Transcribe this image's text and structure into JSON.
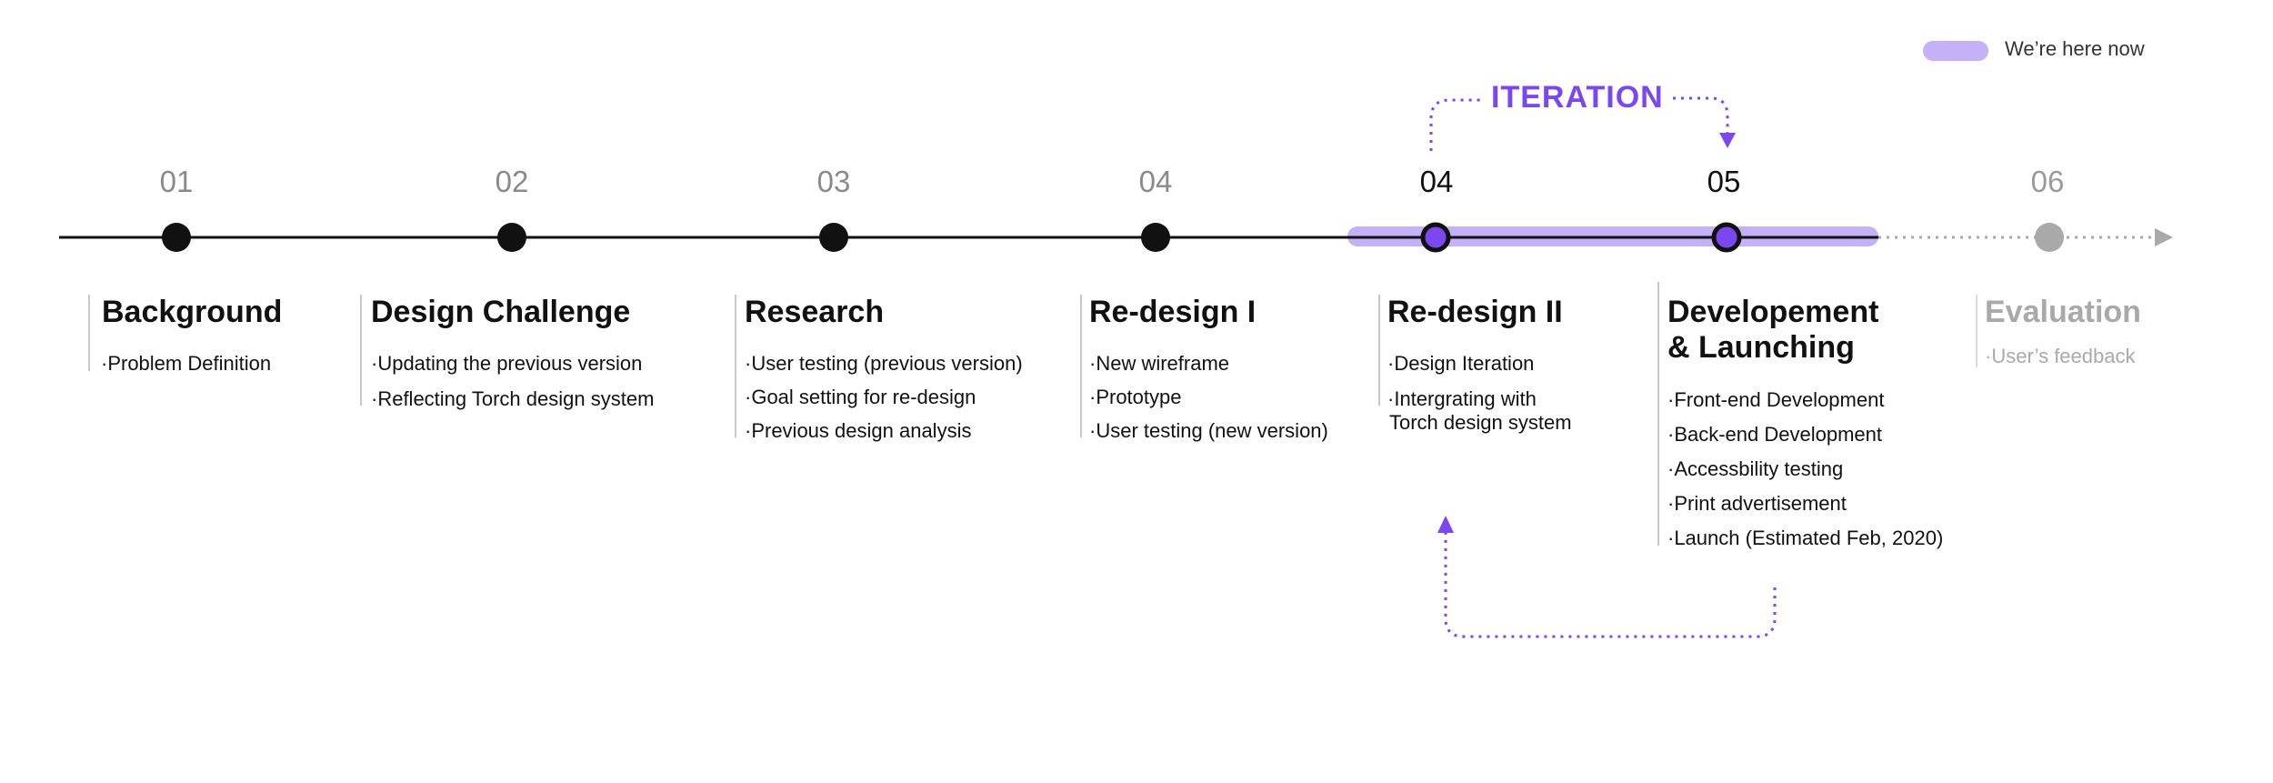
{
  "legend": {
    "label": "We’re here now",
    "color": "#c4b1f7"
  },
  "iteration": {
    "label": "ITERATION",
    "color": "#7b47ee"
  },
  "colors": {
    "line": "#111111",
    "current_fill": "#7b47ee",
    "future": "#a9a9a9",
    "highlight": "#c4b1f7"
  },
  "timeline": {
    "steps": [
      {
        "number": "01",
        "state": "done"
      },
      {
        "number": "02",
        "state": "done"
      },
      {
        "number": "03",
        "state": "done"
      },
      {
        "number": "04",
        "state": "done"
      },
      {
        "number": "04",
        "state": "current"
      },
      {
        "number": "05",
        "state": "current"
      },
      {
        "number": "06",
        "state": "future"
      }
    ]
  },
  "stages": [
    {
      "title": "Background",
      "items": [
        "·Problem Definition"
      ]
    },
    {
      "title": "Design Challenge",
      "items": [
        "·Updating the previous version",
        "·Reflecting Torch design system"
      ]
    },
    {
      "title": "Research",
      "items": [
        "·User testing (previous version)",
        "·Goal setting for re-design",
        "·Previous design analysis"
      ]
    },
    {
      "title": "Re-design I",
      "items": [
        "·New wireframe",
        "·Prototype",
        "·User testing (new version)"
      ]
    },
    {
      "title": "Re-design II",
      "items": [
        "·Design Iteration",
        "·Intergrating with",
        " Torch design system"
      ]
    },
    {
      "title": "Developement",
      "title_line2": "& Launching",
      "items": [
        "·Front-end Development",
        "·Back-end Development",
        "·Accessbility testing",
        "·Print advertisement",
        "·Launch (Estimated Feb, 2020)"
      ]
    },
    {
      "title": "Evaluation",
      "items": [
        "·User’s feedback"
      ],
      "muted": true
    }
  ]
}
